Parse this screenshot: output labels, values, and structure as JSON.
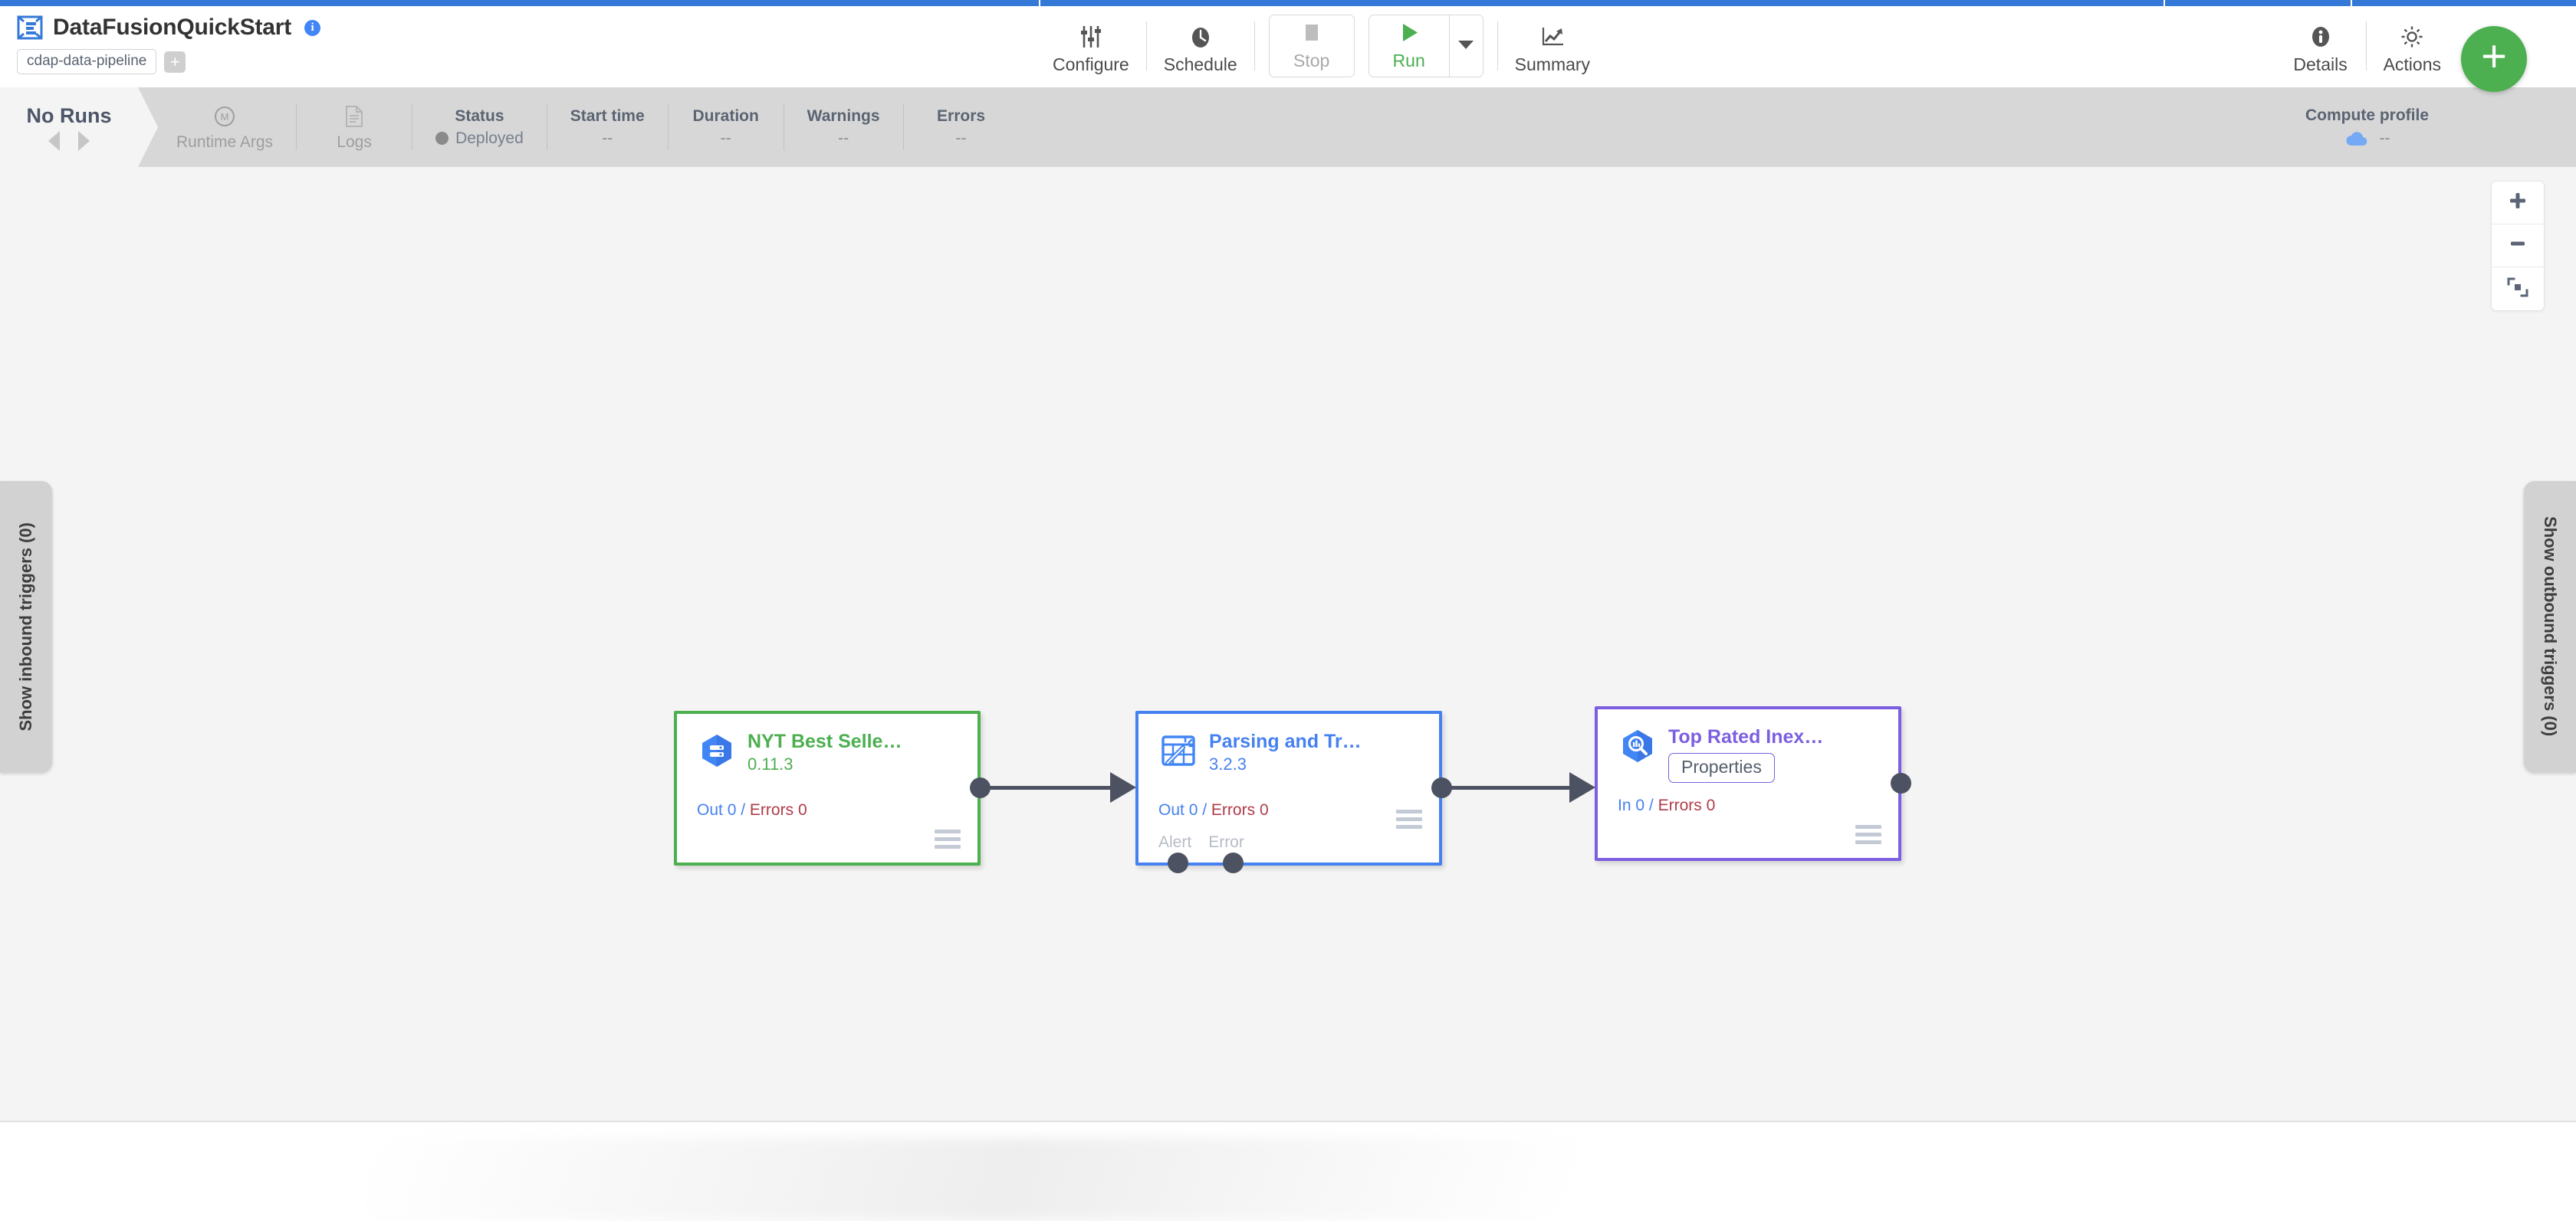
{
  "header": {
    "pipeline_title": "DataFusionQuickStart",
    "info_icon": "info-icon",
    "artifact_type": "cdap-data-pipeline",
    "add_tag_label": "+",
    "logo_icon": "pipeline-logo-icon"
  },
  "toolbar": {
    "configure": {
      "label": "Configure",
      "icon": "sliders-icon"
    },
    "schedule": {
      "label": "Schedule",
      "icon": "clock-icon"
    },
    "stop": {
      "label": "Stop",
      "icon": "stop-square-icon",
      "disabled": true
    },
    "run": {
      "label": "Run",
      "icon": "play-triangle-icon",
      "color": "#4caf50"
    },
    "run_dropdown": {
      "icon": "caret-down-icon"
    },
    "summary": {
      "label": "Summary",
      "icon": "line-chart-icon"
    },
    "details": {
      "label": "Details",
      "icon": "info-circle-icon"
    },
    "actions": {
      "label": "Actions",
      "icon": "gear-icon"
    },
    "add_fab": {
      "label": "+",
      "icon": "plus-icon",
      "color": "#4caf50"
    }
  },
  "metrics_bar": {
    "runs_title": "No Runs",
    "prev_icon": "triangle-left-icon",
    "next_icon": "triangle-right-icon",
    "cells": [
      {
        "name": "runtime-args",
        "icon": "metadata-circle-icon",
        "label": "Runtime Args",
        "kind": "action"
      },
      {
        "name": "logs",
        "icon": "document-icon",
        "label": "Logs",
        "kind": "action"
      },
      {
        "name": "status",
        "header": "Status",
        "value": "Deployed",
        "kind": "status",
        "dot_color": "#8a8a8a"
      },
      {
        "name": "start-time",
        "header": "Start time",
        "value": "--",
        "kind": "stat"
      },
      {
        "name": "duration",
        "header": "Duration",
        "value": "--",
        "kind": "stat"
      },
      {
        "name": "warnings",
        "header": "Warnings",
        "value": "--",
        "kind": "stat"
      },
      {
        "name": "errors",
        "header": "Errors",
        "value": "--",
        "kind": "stat"
      }
    ],
    "compute_profile": {
      "header": "Compute profile",
      "value": "--",
      "icon": "cloud-icon"
    }
  },
  "canvas": {
    "zoom_controls": {
      "zoom_in": "+",
      "zoom_out": "−",
      "fit_icon": "fit-to-screen-icon"
    },
    "inbound_triggers_tab": "Show inbound triggers (0)",
    "outbound_triggers_tab": "Show outbound triggers (0)",
    "nodes": [
      {
        "id": "node-1",
        "name": "NYT Best Selle…",
        "version": "0.11.3",
        "icon": "gcs-source-icon",
        "accent": "#4caf50",
        "metric_primary_label": "Out",
        "metric_primary_value": "0",
        "metric_sep": "/",
        "metric_error_label": "Errors",
        "metric_error_value": "0",
        "ports": [],
        "menu_icon": "hamburger-menu-icon"
      },
      {
        "id": "node-2",
        "name": "Parsing and Tr…",
        "version": "3.2.3",
        "icon": "wrangler-transform-icon",
        "accent": "#4681f0",
        "metric_primary_label": "Out",
        "metric_primary_value": "0",
        "metric_sep": "/",
        "metric_error_label": "Errors",
        "metric_error_value": "0",
        "ports": [
          "Alert",
          "Error"
        ],
        "menu_icon": "hamburger-menu-icon"
      },
      {
        "id": "node-3",
        "name": "Top Rated Inex…",
        "version": "",
        "badge": "Properties",
        "icon": "bigquery-sink-icon",
        "accent": "#7b5fe0",
        "metric_primary_label": "In",
        "metric_primary_value": "0",
        "metric_sep": "/",
        "metric_error_label": "Errors",
        "metric_error_value": "0",
        "ports": [],
        "menu_icon": "hamburger-menu-icon"
      }
    ]
  }
}
